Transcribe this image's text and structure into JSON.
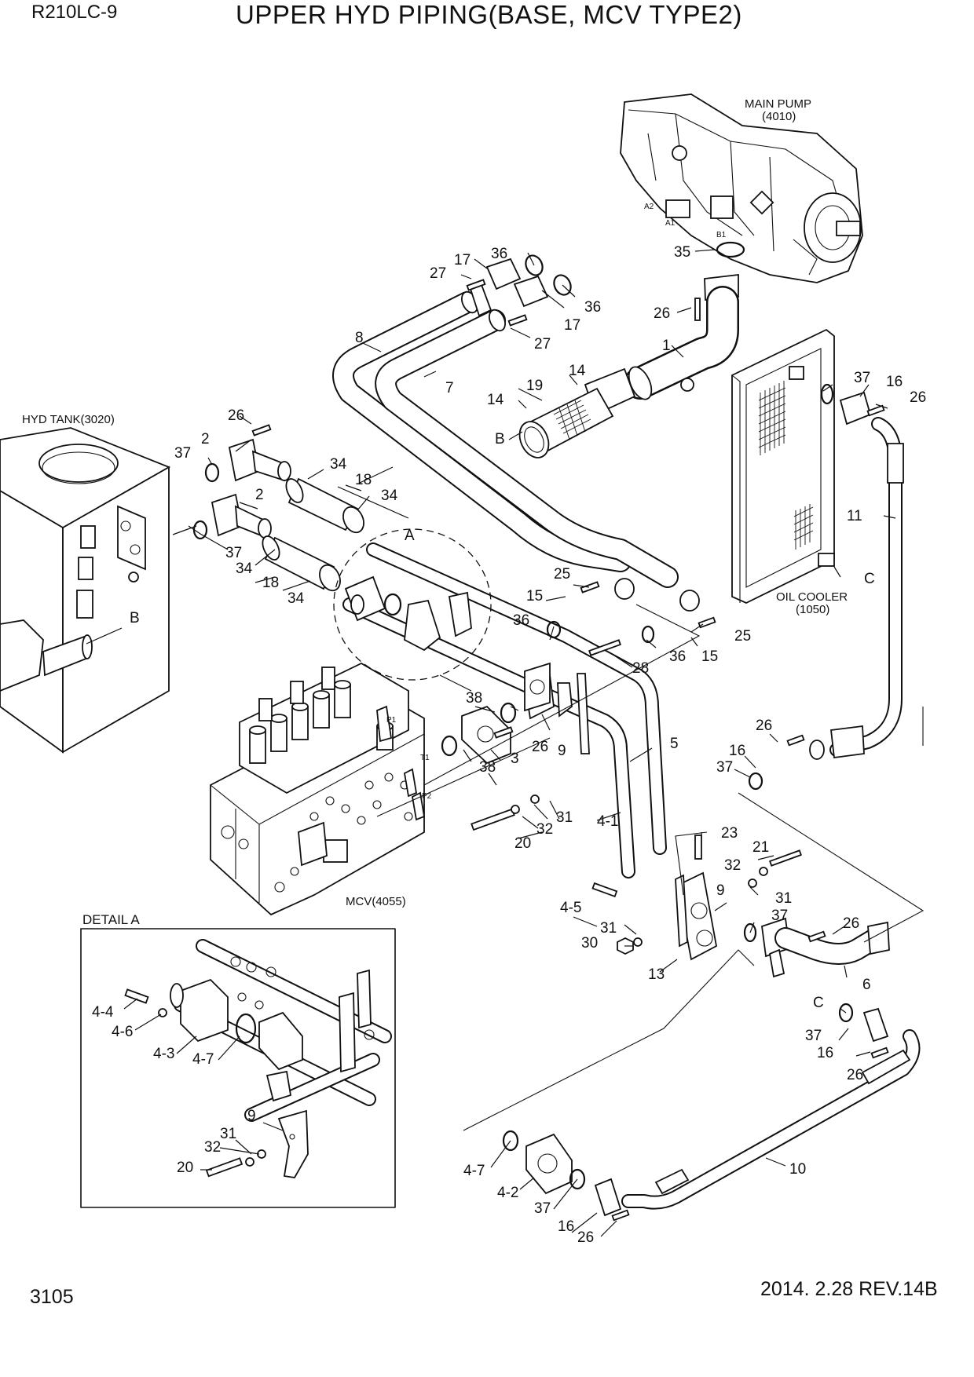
{
  "header": {
    "model": "R210LC-9",
    "title": "UPPER HYD PIPING(BASE, MCV TYPE2)"
  },
  "footer": {
    "page_number": "3105",
    "revision": "2014. 2.28  REV.14B"
  },
  "component_labels": {
    "main_pump": "MAIN PUMP",
    "main_pump_code": "(4010)",
    "hyd_tank": "HYD TANK(3020)",
    "oil_cooler": "OIL COOLER",
    "oil_cooler_code": "(1050)",
    "mcv": "MCV(4055)",
    "detail_title": "DETAIL A",
    "port_a1": "A1",
    "port_a2": "A2",
    "port_b1": "B1",
    "port_p1": "P1",
    "port_p2": "P2",
    "port_t1": "T1"
  },
  "callouts": {
    "c01": "17",
    "c02": "36",
    "c03": "27",
    "c04": "36",
    "c05": "17",
    "c06": "27",
    "c07": "35",
    "c08": "26",
    "c09": "1",
    "c10": "8",
    "c11": "7",
    "c12": "14",
    "c13": "19",
    "c14": "14",
    "c15": "B",
    "c16": "37",
    "c17": "16",
    "c18": "26",
    "c19": "11",
    "c20": "C",
    "c21": "26",
    "c22": "2",
    "c23": "37",
    "c24": "34",
    "c25": "18",
    "c26": "34",
    "c27": "2",
    "c28": "37",
    "c29": "34",
    "c30": "18",
    "c31": "34",
    "c32": "B",
    "c33": "A",
    "c34": "25",
    "c35": "15",
    "c36": "36",
    "c37": "36",
    "c38": "15",
    "c39": "25",
    "c40": "28",
    "c41": "38",
    "c42": "26",
    "c43": "9",
    "c44": "5",
    "c45": "38",
    "c46": "3",
    "c47": "31",
    "c48": "32",
    "c49": "20",
    "c50": "4-1",
    "c51": "26",
    "c52": "16",
    "c53": "37",
    "c54": "23",
    "c55": "21",
    "c56": "32",
    "c57": "9",
    "c58": "31",
    "c59": "4-5",
    "c60": "31",
    "c61": "30",
    "c62": "13",
    "c63": "37",
    "c64": "26",
    "c65": "6",
    "c66": "C",
    "c67": "37",
    "c68": "16",
    "c69": "26",
    "c70": "10",
    "c71": "4-7",
    "c72": "4-2",
    "c73": "37",
    "c74": "16",
    "c75": "26",
    "c76": "4-4",
    "c77": "4-6",
    "c78": "4-3",
    "c79": "4-7",
    "c80": "9",
    "c81": "31",
    "c82": "32",
    "c83": "20"
  }
}
